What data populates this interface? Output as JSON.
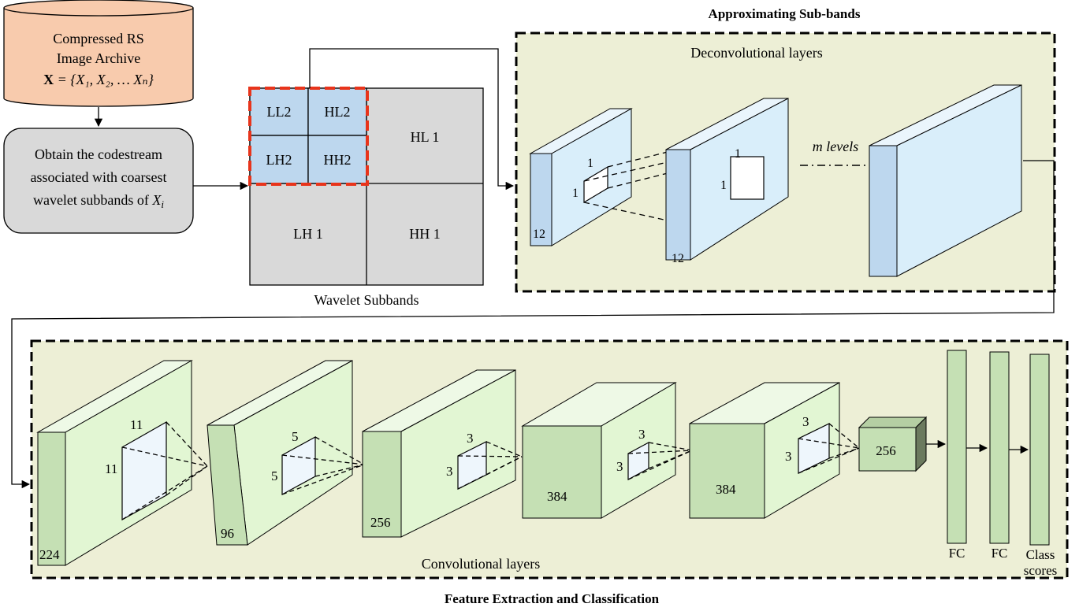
{
  "archive": {
    "line1": "Compressed RS",
    "line2": "Image Archive",
    "formula_bold": "X",
    "formula_rest": " = {X₁, X₂, … Xₙ}"
  },
  "codestream": {
    "line1": "Obtain the codestream",
    "line2": "associated with coarsest",
    "line3_prefix": "wavelet subbands of ",
    "line3_var": "X",
    "line3_sub": "i"
  },
  "wavelet": {
    "ll2": "LL2",
    "hl2": "HL2",
    "lh2": "LH2",
    "hh2": "HH2",
    "hl1": "HL 1",
    "lh1": "LH 1",
    "hh1": "HH 1",
    "caption": "Wavelet Subbands"
  },
  "deconv": {
    "section_title": "Approximating Sub-bands",
    "box_title": "Deconvolutional layers",
    "block1_size": "12",
    "block1_k1": "1",
    "block1_k2": "1",
    "block2_size": "12",
    "block2_k1": "1",
    "block2_k2": "1",
    "levels": "m levels"
  },
  "conv": {
    "box_title": "Convolutional layers",
    "section_title": "Feature Extraction and Classification",
    "layers": [
      {
        "size": "224",
        "k1": "11",
        "k2": "11"
      },
      {
        "size": "96",
        "k1": "5",
        "k2": "5"
      },
      {
        "size": "256",
        "k1": "3",
        "k2": "3"
      },
      {
        "size": "384",
        "k1": "3",
        "k2": "3"
      },
      {
        "size": "384",
        "k1": "3",
        "k2": "3"
      }
    ],
    "pool": "256",
    "fc1": "FC",
    "fc2": "FC",
    "scores_line1": "Class",
    "scores_line2": "scores"
  },
  "colors": {
    "archive_fill": "#F8CBAD",
    "codestream_fill": "#D9D9D9",
    "subband_fill": "#D9D9D9",
    "coarse_fill": "#BDD7EE",
    "dashed_red": "#E8341B",
    "panel_fill": "#EDEFD6",
    "deconv_face": "#D9EEFA",
    "deconv_side": "#BDD7EE",
    "conv_face": "#E2F6D3",
    "conv_side": "#C5E0B4",
    "fc_fill": "#C5E0B4"
  }
}
